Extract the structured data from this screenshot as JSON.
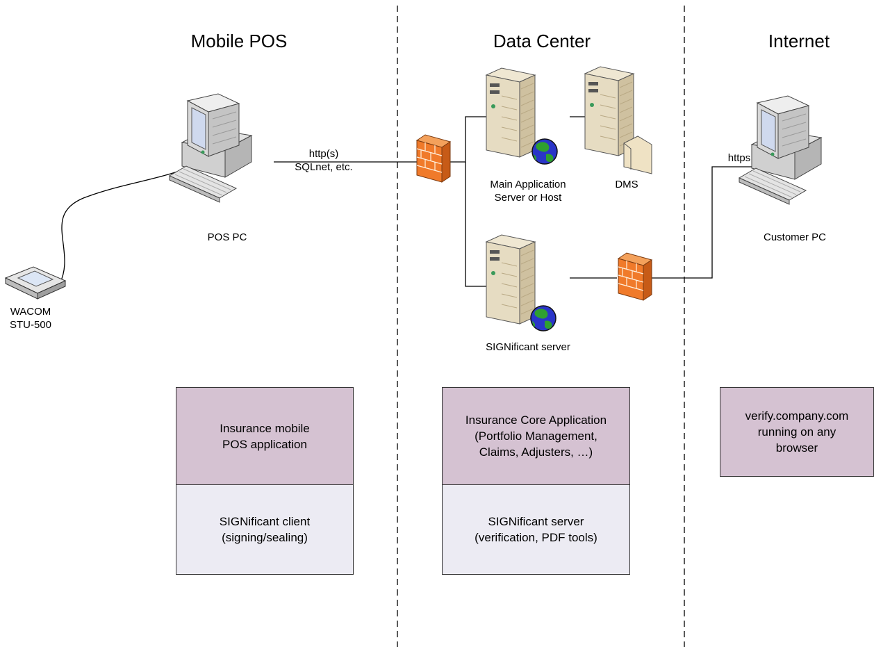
{
  "zones": {
    "mobile_pos": "Mobile POS",
    "data_center": "Data Center",
    "internet": "Internet"
  },
  "devices": {
    "pos_pc": "POS PC",
    "wacom_line1": "WACOM",
    "wacom_line2": "STU-500",
    "main_app_line1": "Main Application",
    "main_app_line2": "Server or Host",
    "dms": "DMS",
    "significant_server": "SIGNificant server",
    "customer_pc": "Customer PC"
  },
  "connections": {
    "http_line1": "http(s)",
    "http_line2": "SQLnet, etc.",
    "https": "https"
  },
  "boxes": {
    "mobile_app": [
      "Insurance mobile",
      "POS application"
    ],
    "client": [
      "SIGNificant client",
      "(signing/sealing)"
    ],
    "core_app": [
      "Insurance Core Application",
      "(Portfolio Management,",
      "Claims, Adjusters, …)"
    ],
    "server": [
      "SIGNificant server",
      "(verification, PDF tools)"
    ],
    "verify": [
      "verify.company.com",
      "running on any",
      "browser"
    ]
  },
  "colors": {
    "box_purple": "#d5c2d2",
    "box_light": "#ecebf3",
    "firewall": "#f07a2a",
    "server_body": "#e4d9bf",
    "globe_land": "#2fa02f",
    "globe_sea": "#2a35c8"
  }
}
